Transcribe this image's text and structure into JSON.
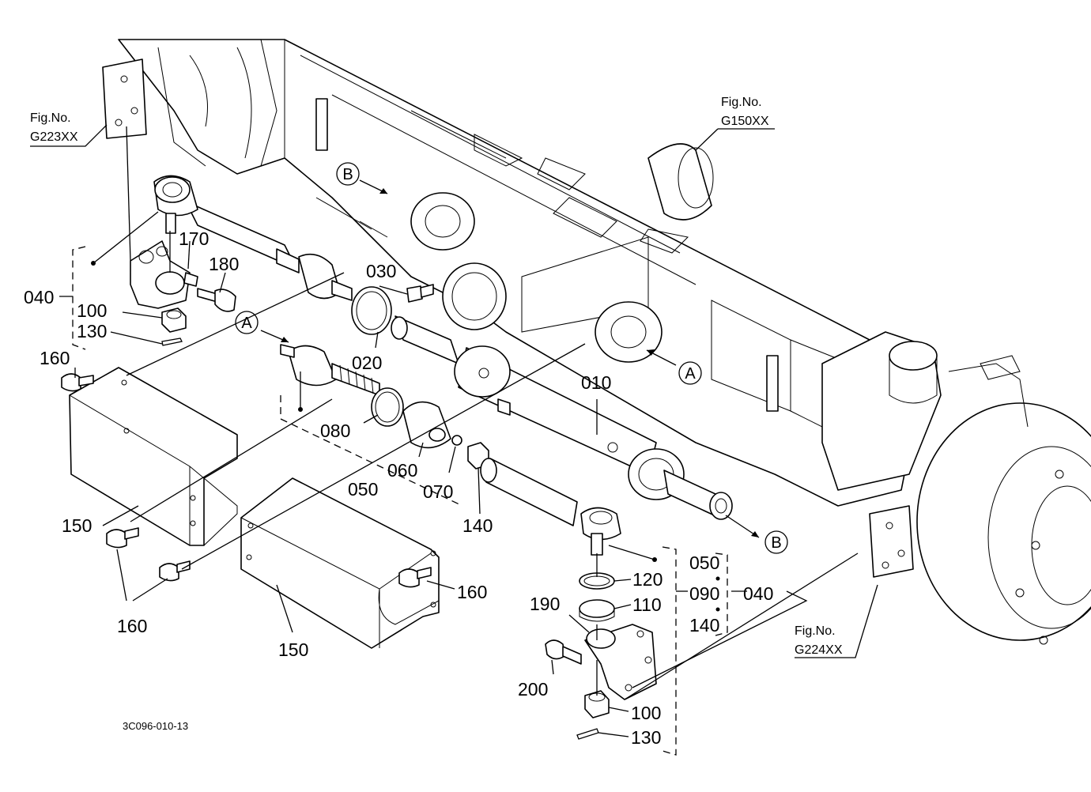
{
  "figure_refs": {
    "upper_left": {
      "title": "Fig.No.",
      "code": "G223XX"
    },
    "upper_right": {
      "title": "Fig.No.",
      "code": "G150XX"
    },
    "lower_right": {
      "title": "Fig.No.",
      "code": "G224XX"
    }
  },
  "view_letters": {
    "a": "A",
    "b": "B"
  },
  "part_numbers": {
    "p010": "010",
    "p020": "020",
    "p030": "030",
    "p040_left": "040",
    "p040_right": "040",
    "p050_lower": "050",
    "p050_group": "050",
    "p060": "060",
    "p070": "070",
    "p080": "080",
    "p090_group": "090",
    "p100_left": "100",
    "p100_right": "100",
    "p110": "110",
    "p120": "120",
    "p130_left": "130",
    "p130_right": "130",
    "p140_center": "140",
    "p140_group": "140",
    "p150_left": "150",
    "p150_right": "150",
    "p160_top": "160",
    "p160_bottom": "160",
    "p160_right": "160",
    "p170": "170",
    "p180": "180",
    "p190": "190",
    "p200": "200"
  },
  "drawing_code": "3C096-010-13"
}
